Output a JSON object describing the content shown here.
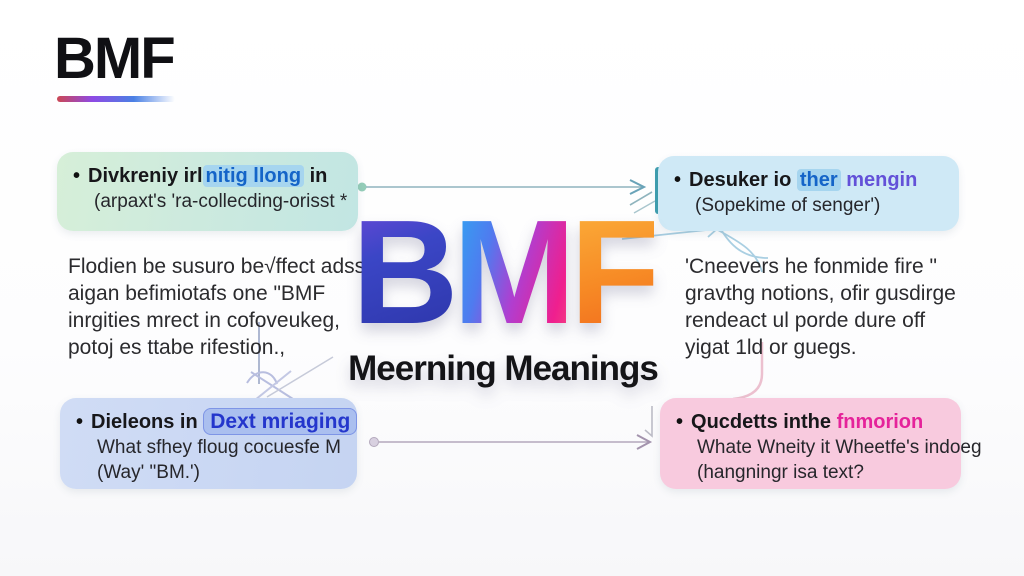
{
  "ui": {
    "bullet": "•"
  },
  "brand": {
    "logo": "BMF"
  },
  "center": {
    "letters": [
      "B",
      "M",
      "F"
    ],
    "subtitle": "Meerning Meanings",
    "letter_colors": {
      "b": "#3b46c6",
      "m_start": "#2fa8f2",
      "m_end": "#ef1f8e",
      "f": "#f78a25"
    }
  },
  "boxes": {
    "top_left": {
      "line1_prefix": "Divkreniy irl",
      "line1_highlight": "nitig llong",
      "line1_suffix": " in",
      "line2": "(arpaxt's 'ra-collecding-orisst *",
      "bg": "#cdeade"
    },
    "top_right": {
      "line1_prefix": "Desuker io ",
      "line1_highlight": "ther",
      "line1_accent": "mengin",
      "line2": "(Sopekime of senger')",
      "bg": "#cfe9f6",
      "accent_color": "#6351d8"
    },
    "bottom_left": {
      "line1_prefix": "Dieleons in ",
      "line1_highlight": "Dext mriaging",
      "line2": "What sfhey floug cocuesfe M",
      "line3": "(Way' \"BM.')",
      "bg": "#c9d7f3",
      "highlight_color": "#2436cc"
    },
    "bottom_right": {
      "line1_prefix": "Qucdetts inthe ",
      "line1_accent": "fnmorion",
      "line2": "Whate Wneity it Wheetfe's indoeg",
      "line3": "(hangningr isa text?",
      "bg": "#f8cade",
      "accent_color": "#e5239a"
    }
  },
  "paragraphs": {
    "left": {
      "line1": "Flodien be susuro be√ffect adss",
      "line2": "aigan befimiotafs one \"BMF",
      "line3": "inrgities mrect in cofoveukeg,",
      "line4": "potoj es ttabe rifestion.,"
    },
    "right": {
      "line1": "'Cneevers he fonmide fire   \"",
      "line2": "gravthg notions, ofir gusdirge",
      "line3": "rendeact ul porde dure off",
      "line4": "yigat 1ld or guegs."
    }
  }
}
